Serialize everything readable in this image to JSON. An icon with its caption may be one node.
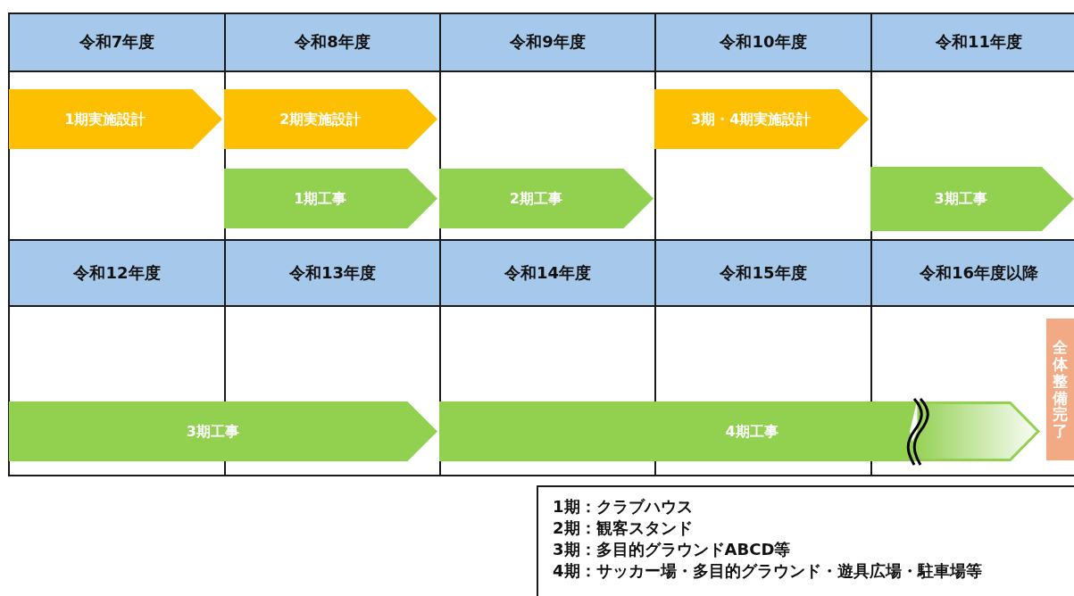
{
  "diagram": {
    "nodes": [
      {
        "text": [
          "令和7年度"
        ]
      },
      {
        "text": [
          "令和8年度"
        ]
      },
      {
        "text": [
          "令和9年度"
        ]
      },
      {
        "text": [
          "令和10年度"
        ]
      },
      {
        "text": [
          "令和11年度"
        ]
      },
      {
        "text": [
          "1期実施設計"
        ]
      },
      {
        "text": [
          "2期実施設計"
        ]
      },
      {
        "text": [
          "3期・4期実施設計"
        ]
      },
      {
        "text": [
          "1期工事"
        ]
      },
      {
        "text": [
          "2期工事"
        ]
      },
      {
        "text": [
          "3期工事"
        ]
      },
      {
        "text": [
          "令和12年度"
        ]
      },
      {
        "text": [
          "令和13年度"
        ]
      },
      {
        "text": [
          "令和14年度"
        ]
      },
      {
        "text": [
          "令和15年度"
        ]
      },
      {
        "text": [
          "令和16年度以降"
        ]
      },
      {
        "text": [
          "全体整備完了"
        ]
      },
      {
        "text": [
          "3期工事"
        ]
      },
      {
        "text": [
          "4期工事"
        ]
      },
      {
        "text": [
          "1期：クラブハウス",
          "2期：観客スタンド",
          "3期：多目的グラウンドABCD等",
          "4期：サッカー場・多目的グラウンド・遊具広場・駐車場等"
        ]
      }
    ]
  }
}
